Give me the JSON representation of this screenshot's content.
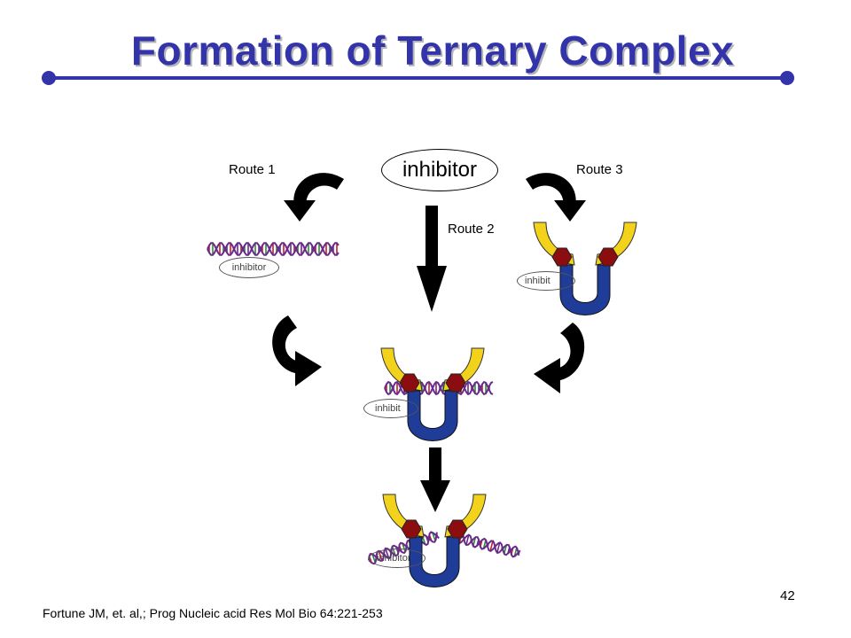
{
  "slide": {
    "title": "Formation of Ternary Complex",
    "page_number": "42",
    "citation": "Fortune JM, et. al,; Prog Nucleic acid Res Mol Bio 64:221-253"
  },
  "diagram": {
    "main_label": "inhibitor",
    "routes": [
      "Route 1",
      "Route 2",
      "Route 3"
    ],
    "small_label": "inhibitor",
    "small_label_partial": "inhibit",
    "colors": {
      "title": "#3333aa",
      "enzyme_yellow": "#f2d21a",
      "enzyme_blue": "#1f3c98",
      "enzyme_red": "#8c0d10",
      "arrow": "#000000",
      "dna_purple": "#6a2a8a",
      "dna_red": "#c0202a",
      "dna_green": "#2a8a3a"
    }
  }
}
